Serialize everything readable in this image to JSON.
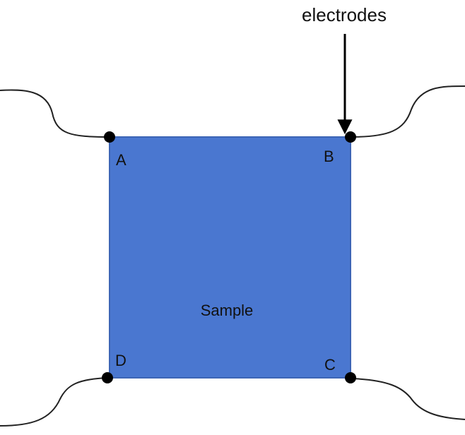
{
  "diagram": {
    "sample_label": "Sample",
    "annotation": "electrodes",
    "corners": {
      "a": "A",
      "b": "B",
      "c": "C",
      "d": "D"
    },
    "colors": {
      "sample_fill": "#4a77d0",
      "electrode": "#000000",
      "wire": "#222222"
    }
  }
}
